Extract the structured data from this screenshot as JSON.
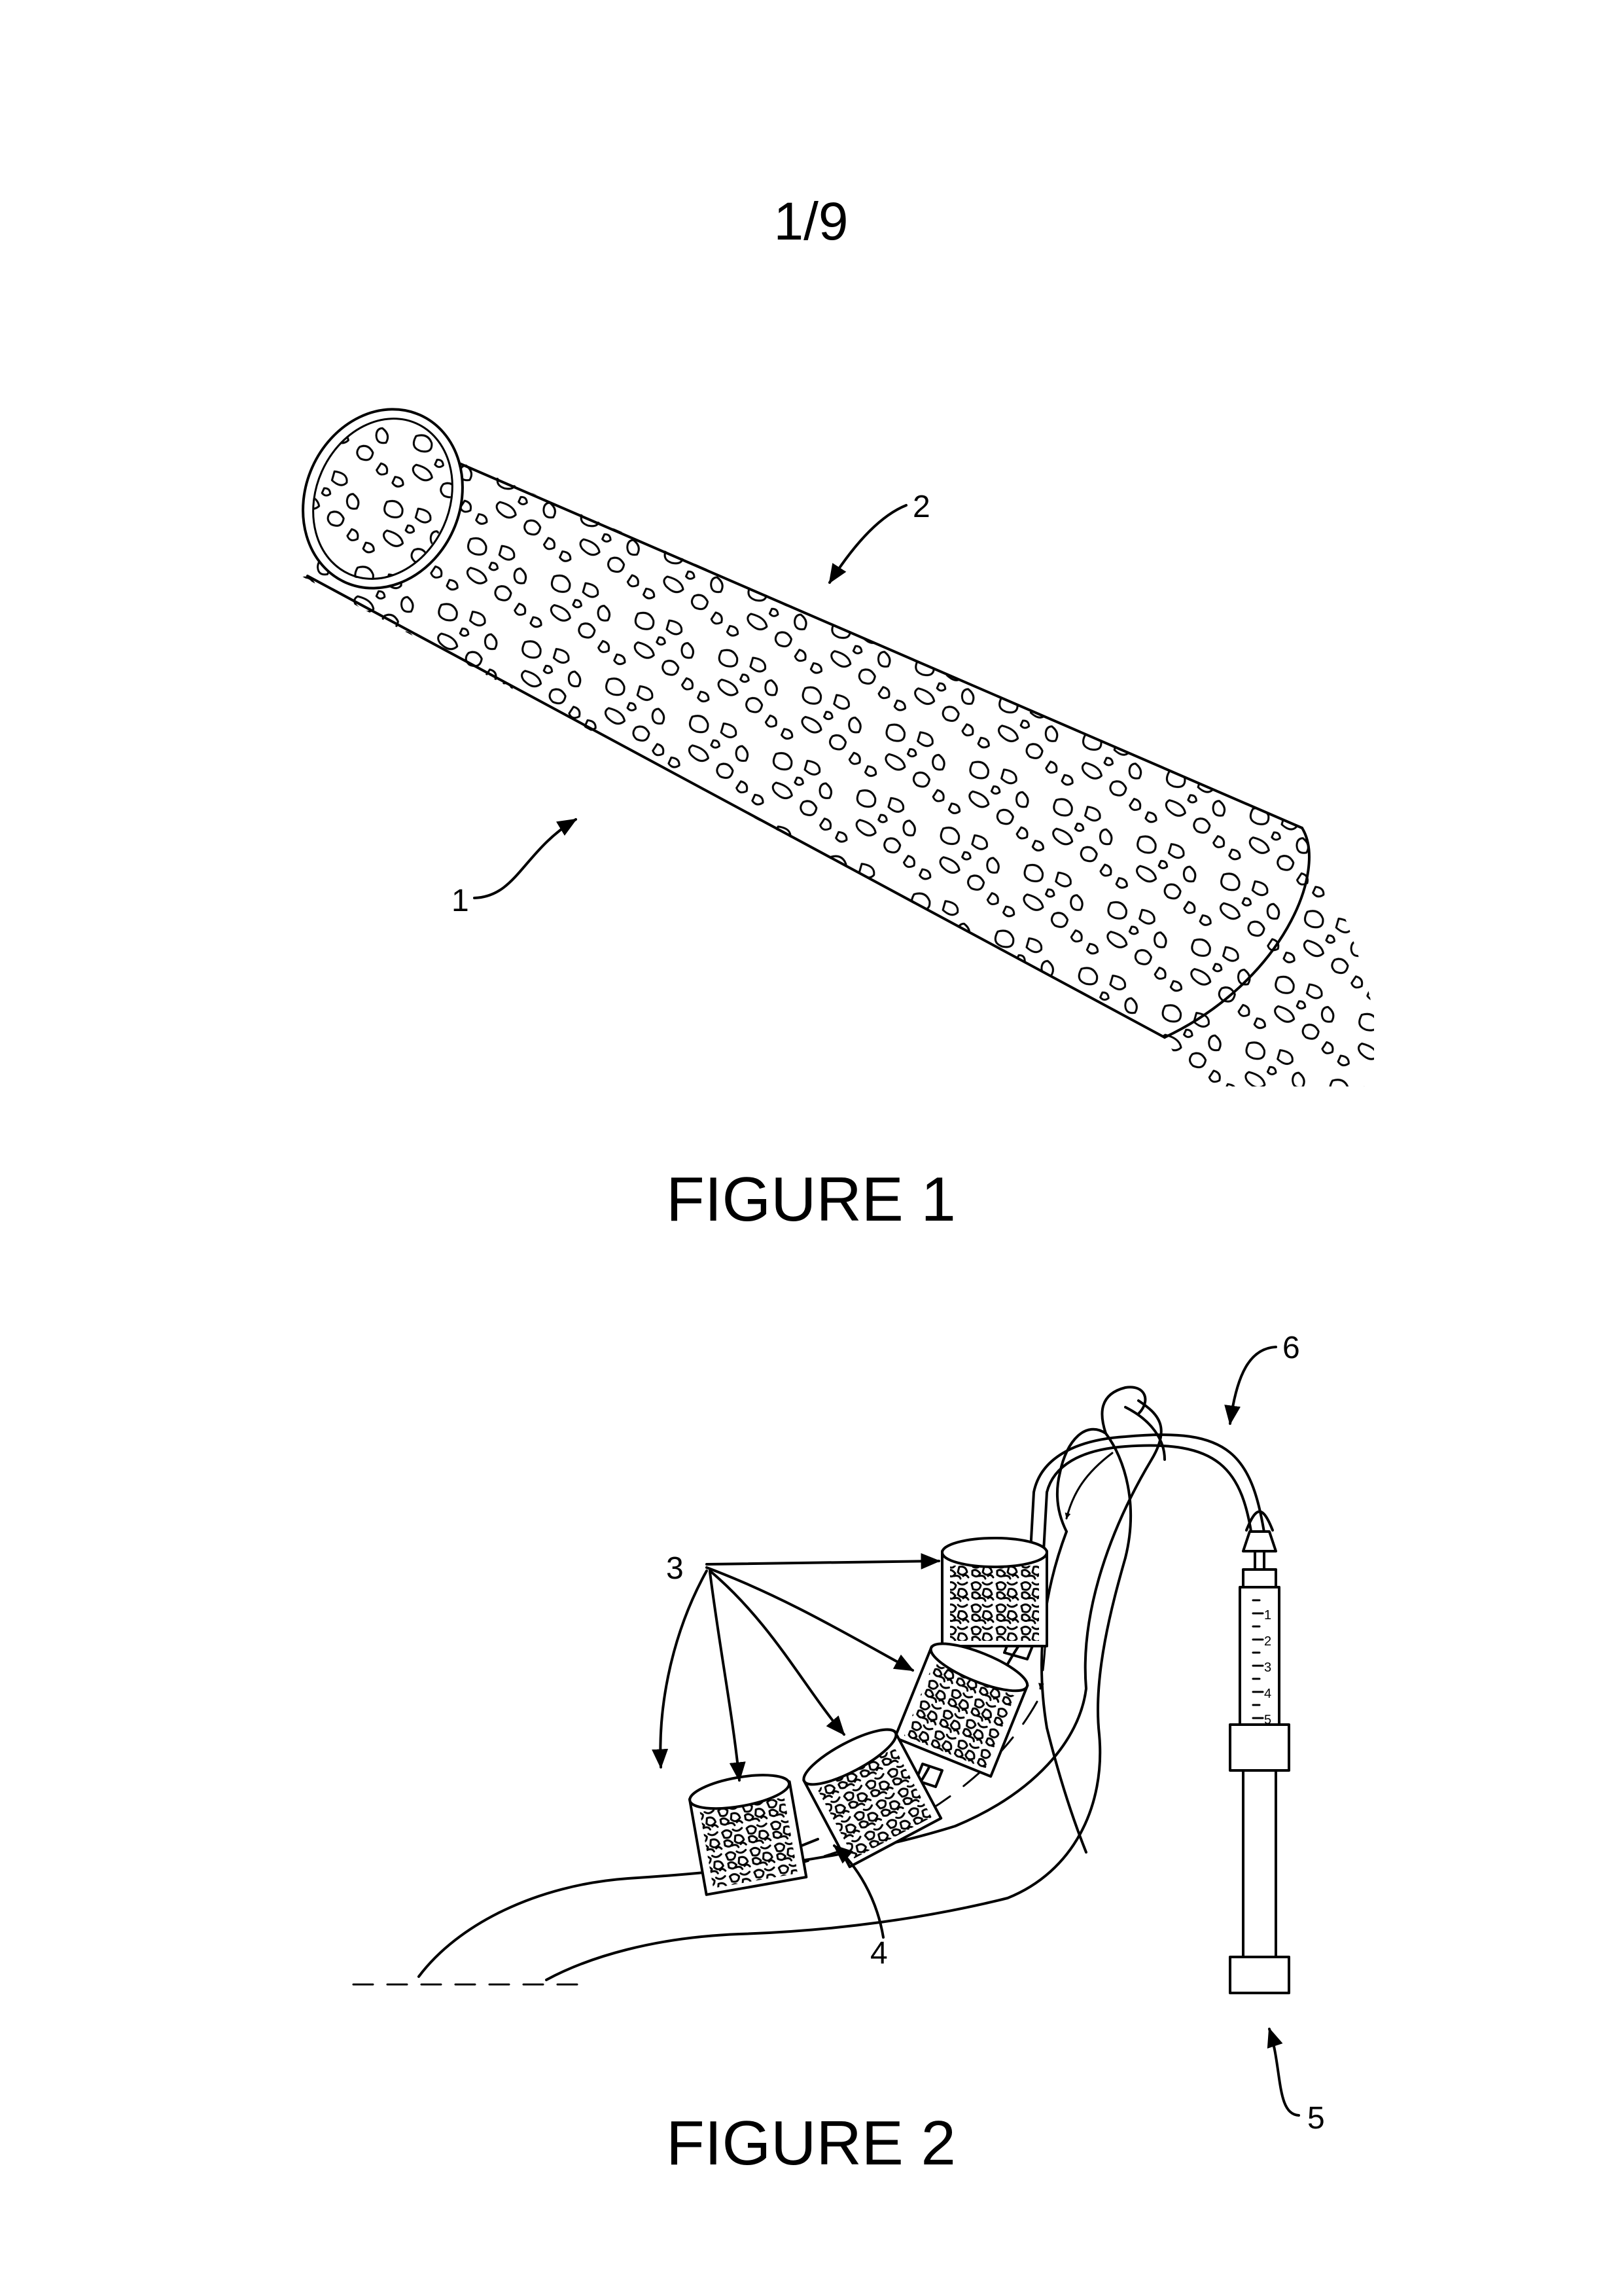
{
  "page_number": "1/9",
  "figure1": {
    "caption": "FIGURE 1",
    "labels": {
      "ref_1": "1",
      "ref_2": "2"
    }
  },
  "figure2": {
    "caption": "FIGURE 2",
    "labels": {
      "ref_3": "3",
      "ref_4": "4",
      "ref_5": "5",
      "ref_6": "6"
    },
    "syringe_scale": [
      "1",
      "2",
      "3",
      "4",
      "5"
    ]
  }
}
